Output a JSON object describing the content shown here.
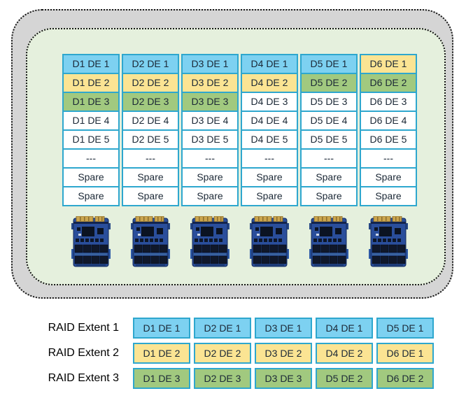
{
  "palette": {
    "blue": "#7dd1f1",
    "yellow": "#fbe493",
    "green": "#a1c97f",
    "white": "#ffffff",
    "border_cyan": "#2ea7ce",
    "pool_background": "#e5f0dd",
    "enclosure_background": "#d5d5d5",
    "cell_text": "#1b2836"
  },
  "pool": {
    "drive_table": {
      "columns": [
        {
          "drive": "D1",
          "cells": [
            {
              "label": "D1 DE 1",
              "color": "blue"
            },
            {
              "label": "D1 DE 2",
              "color": "yellow"
            },
            {
              "label": "D1 DE 3",
              "color": "green"
            },
            {
              "label": "D1 DE 4",
              "color": "white"
            },
            {
              "label": "D1 DE 5",
              "color": "white"
            },
            {
              "label": "---",
              "color": "white"
            },
            {
              "label": "Spare",
              "color": "white"
            },
            {
              "label": "Spare",
              "color": "white"
            }
          ]
        },
        {
          "drive": "D2",
          "cells": [
            {
              "label": "D2 DE 1",
              "color": "blue"
            },
            {
              "label": "D2 DE 2",
              "color": "yellow"
            },
            {
              "label": "D2 DE 3",
              "color": "green"
            },
            {
              "label": "D2 DE 4",
              "color": "white"
            },
            {
              "label": "D2 DE 5",
              "color": "white"
            },
            {
              "label": "---",
              "color": "white"
            },
            {
              "label": "Spare",
              "color": "white"
            },
            {
              "label": "Spare",
              "color": "white"
            }
          ]
        },
        {
          "drive": "D3",
          "cells": [
            {
              "label": "D3 DE 1",
              "color": "blue"
            },
            {
              "label": "D3 DE 2",
              "color": "yellow"
            },
            {
              "label": "D3 DE 3",
              "color": "green"
            },
            {
              "label": "D3 DE 4",
              "color": "white"
            },
            {
              "label": "D3 DE 5",
              "color": "white"
            },
            {
              "label": "---",
              "color": "white"
            },
            {
              "label": "Spare",
              "color": "white"
            },
            {
              "label": "Spare",
              "color": "white"
            }
          ]
        },
        {
          "drive": "D4",
          "cells": [
            {
              "label": "D4 DE 1",
              "color": "blue"
            },
            {
              "label": "D4 DE 2",
              "color": "yellow"
            },
            {
              "label": "D4 DE 3",
              "color": "white"
            },
            {
              "label": "D4 DE 4",
              "color": "white"
            },
            {
              "label": "D4 DE 5",
              "color": "white"
            },
            {
              "label": "---",
              "color": "white"
            },
            {
              "label": "Spare",
              "color": "white"
            },
            {
              "label": "Spare",
              "color": "white"
            }
          ]
        },
        {
          "drive": "D5",
          "cells": [
            {
              "label": "D5 DE 1",
              "color": "blue"
            },
            {
              "label": "D5 DE 2",
              "color": "green"
            },
            {
              "label": "D5 DE 3",
              "color": "white"
            },
            {
              "label": "D5 DE 4",
              "color": "white"
            },
            {
              "label": "D5 DE 5",
              "color": "white"
            },
            {
              "label": "---",
              "color": "white"
            },
            {
              "label": "Spare",
              "color": "white"
            },
            {
              "label": "Spare",
              "color": "white"
            }
          ]
        },
        {
          "drive": "D6",
          "cells": [
            {
              "label": "D6 DE 1",
              "color": "yellow"
            },
            {
              "label": "D6 DE 2",
              "color": "green"
            },
            {
              "label": "D6 DE 3",
              "color": "white"
            },
            {
              "label": "D6 DE 4",
              "color": "white"
            },
            {
              "label": "D6 DE 5",
              "color": "white"
            },
            {
              "label": "---",
              "color": "white"
            },
            {
              "label": "Spare",
              "color": "white"
            },
            {
              "label": "Spare",
              "color": "white"
            }
          ]
        }
      ]
    },
    "ssd_drives": [
      {
        "icon": "ssd-drive-icon"
      },
      {
        "icon": "ssd-drive-icon"
      },
      {
        "icon": "ssd-drive-icon"
      },
      {
        "icon": "ssd-drive-icon"
      },
      {
        "icon": "ssd-drive-icon"
      },
      {
        "icon": "ssd-drive-icon"
      }
    ]
  },
  "raid_extents": [
    {
      "label": "RAID Extent 1",
      "color": "blue",
      "cells": [
        "D1 DE 1",
        "D2 DE 1",
        "D3 DE 1",
        "D4 DE 1",
        "D5 DE 1"
      ]
    },
    {
      "label": "RAID Extent 2",
      "color": "yellow",
      "cells": [
        "D1 DE 2",
        "D2 DE 2",
        "D3 DE 2",
        "D4 DE 2",
        "D6 DE 1"
      ]
    },
    {
      "label": "RAID Extent 3",
      "color": "green",
      "cells": [
        "D1 DE 3",
        "D2 DE 3",
        "D3 DE 3",
        "D5 DE 2",
        "D6 DE 2"
      ]
    }
  ]
}
